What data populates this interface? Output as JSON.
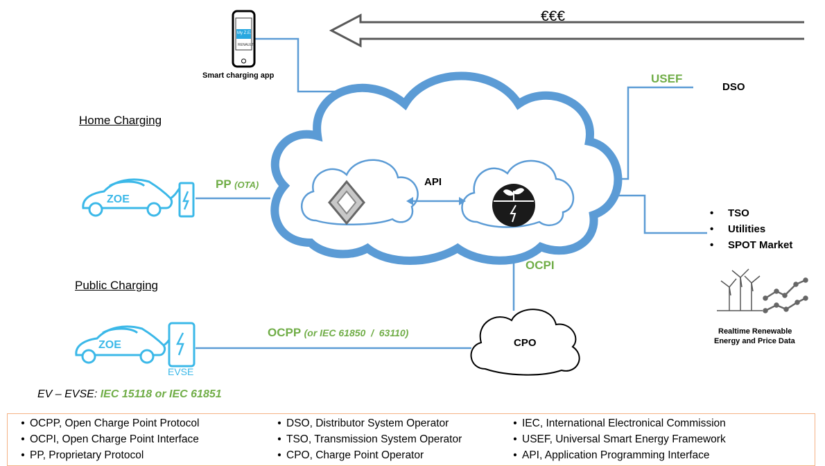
{
  "arrow_label": "€€€",
  "phone": {
    "screen_text": "My Z.E.",
    "sub_text": "RENAULT",
    "label": "Smart charging app"
  },
  "home": {
    "heading": "Home Charging",
    "car_label": "ZOE",
    "link_label": "PP",
    "link_sub": "(OTA)"
  },
  "public": {
    "heading": "Public Charging",
    "car_label": "ZOE",
    "evse_label": "EVSE",
    "link_label": "OCPP",
    "link_sub": "(or IEC 61850  /  63110)"
  },
  "cloud": {
    "api_label": "API"
  },
  "usef_label": "USEF",
  "dso_label": "DSO",
  "market_items": [
    "TSO",
    "Utilities",
    "SPOT Market"
  ],
  "ocpi_label": "OCPI",
  "cpo_label": "CPO",
  "renewable_caption": [
    "Realtime Renewable",
    "Energy and Price Data"
  ],
  "ev_evse": {
    "prefix": "EV – EVSE:",
    "standard": "IEC 15118 or IEC 61851"
  },
  "legend": {
    "col1": [
      "OCPP, Open Charge Point Protocol",
      "OCPI, Open Charge Point Interface",
      "PP, Proprietary Protocol"
    ],
    "col2": [
      "DSO, Distributor System Operator",
      "TSO, Transmission System Operator",
      "CPO, Charge Point Operator"
    ],
    "col3": [
      "IEC, International Electronical Commission",
      "USEF, Universal Smart Energy Framework",
      "API, Application Programming Interface"
    ]
  },
  "colors": {
    "blue": "#5b9bd5",
    "green": "#70ad47",
    "cyan": "#3bb8e8",
    "border": "#f4b183"
  }
}
